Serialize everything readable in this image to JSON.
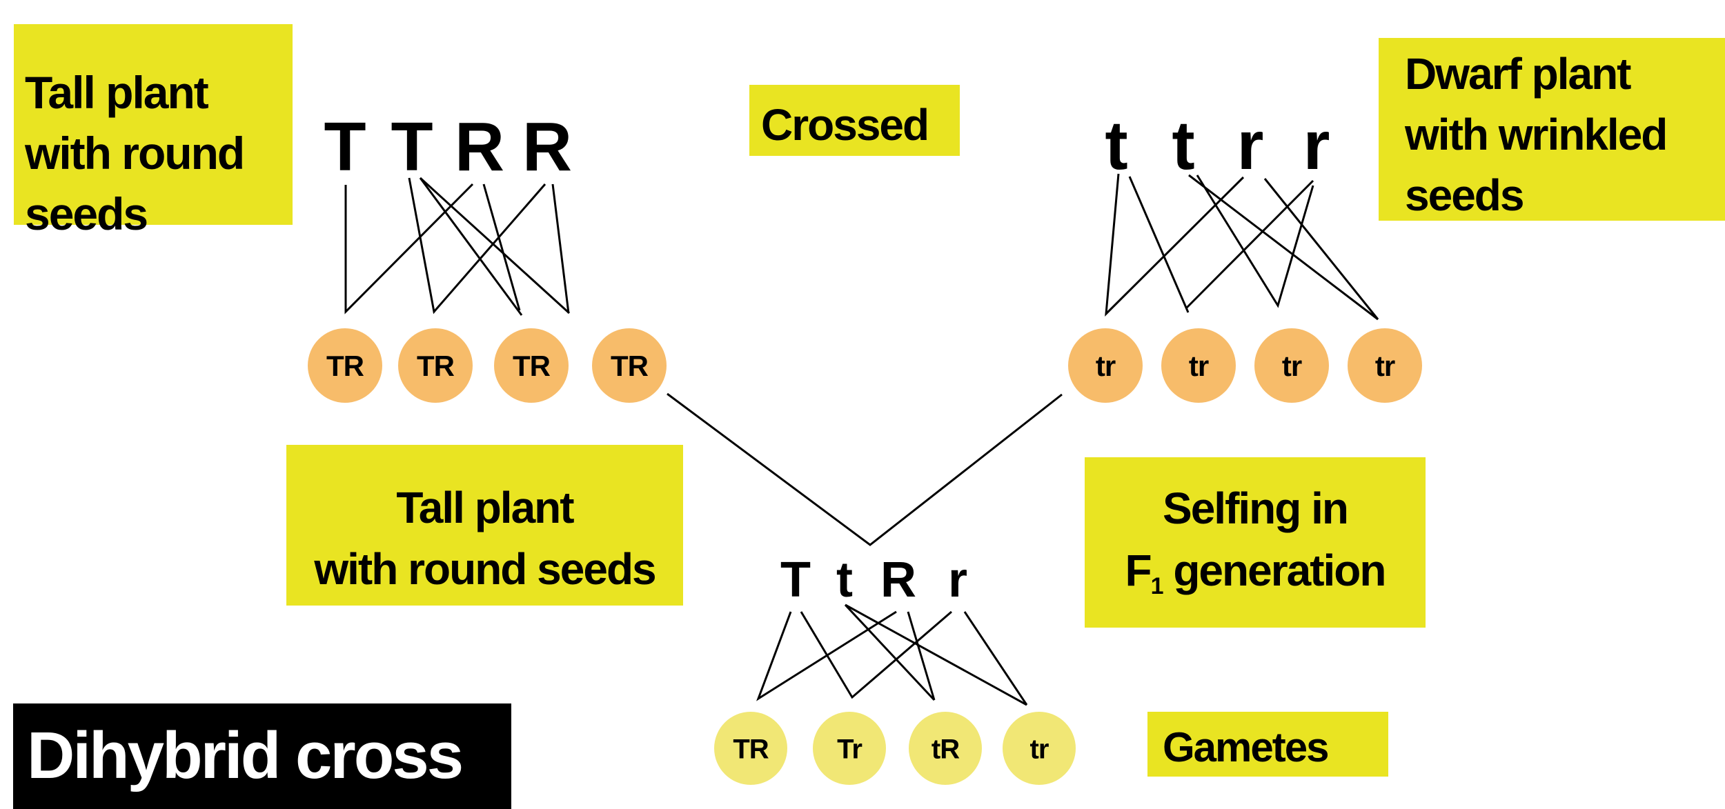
{
  "title": "Dihybrid cross",
  "colors": {
    "label_box": "#e9e422",
    "parent_gamete": "#f7bc6a",
    "f1_gamete": "#f1e775",
    "title_box": "#000000",
    "title_text": "#ffffff",
    "line": "#000000"
  },
  "labels": {
    "parent_tall": [
      "Tall plant",
      "with round",
      "seeds"
    ],
    "crossed": "Crossed",
    "parent_dwarf": [
      "Dwarf plant",
      "with wrinkled",
      "seeds"
    ],
    "f1_phenotype": [
      "Tall plant",
      "with round seeds"
    ],
    "selfing": {
      "line1": "Selfing in",
      "f": "F",
      "sub": "1",
      "rest": " generation"
    },
    "gametes": "Gametes"
  },
  "parent_tall": {
    "genotype": [
      "T",
      "T",
      "R",
      "R"
    ],
    "gametes": [
      "TR",
      "TR",
      "TR",
      "TR"
    ]
  },
  "parent_dwarf": {
    "genotype": [
      "t",
      "t",
      "r",
      "r"
    ],
    "gametes": [
      "tr",
      "tr",
      "tr",
      "tr"
    ]
  },
  "f1": {
    "genotype": [
      "T",
      "t",
      "R",
      "r"
    ],
    "gametes": [
      "TR",
      "Tr",
      "tR",
      "tr"
    ]
  }
}
